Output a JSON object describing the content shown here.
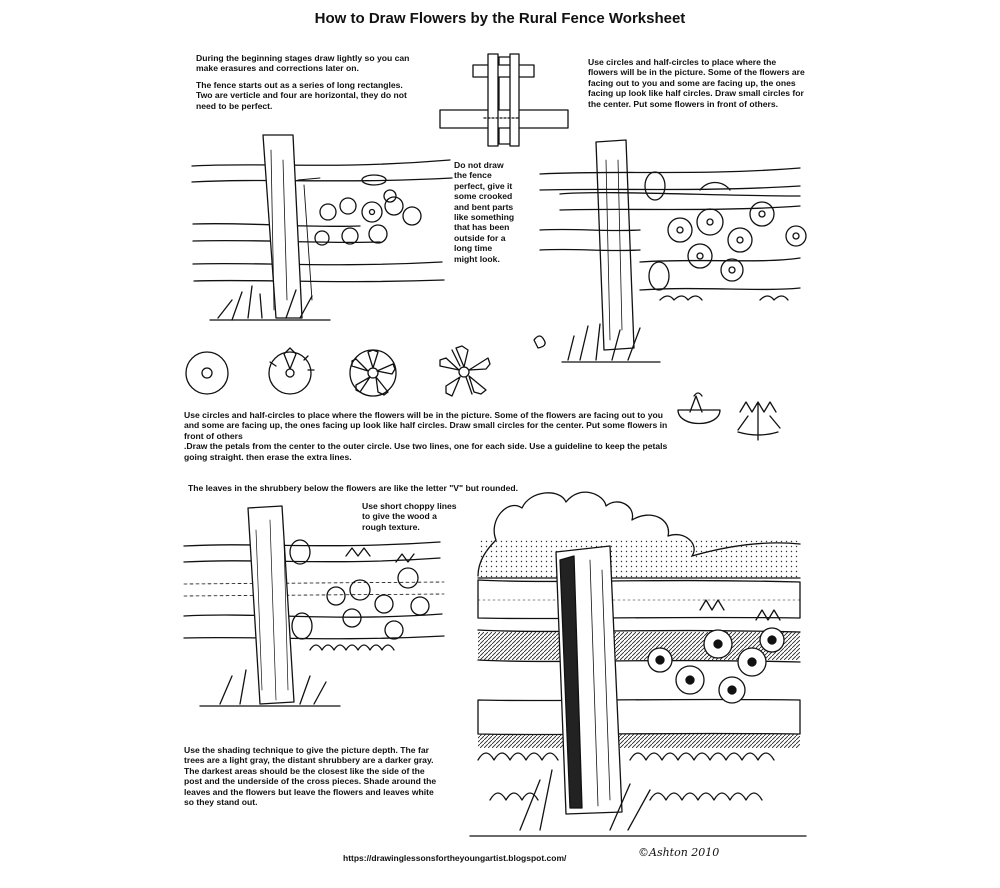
{
  "title": "How to Draw Flowers by the Rural Fence Worksheet",
  "text": {
    "intro_1": "During the beginning stages draw lightly so you can make erasures and corrections later on.",
    "intro_2": "The fence starts out as a series of long rectangles. Two are verticle and four are horizontal, they do not need to be perfect.",
    "circles_top": "Use circles and half-circles to place where the flowers will be in the picture. Some of the flowers are facing out to you and some are facing up, the ones facing up look like half circles. Draw small circles for the center. Put some flowers in front of others.",
    "crooked_fence": "Do not draw the fence perfect, give it some crooked and bent parts like something that has been outside for a long time might look.",
    "circles_middle": "Use circles and half-circles to place where the flowers will be in the picture. Some of the flowers are facing out to you and some are facing up, the ones facing up look like half circles. Draw small circles for the center. Put some flowers in front of others",
    "petals": ".Draw the petals from the center to the outer circle. Use two lines, one for each side. Use a guideline to keep the petals going straight. then erase the extra lines.",
    "leaves": "The leaves in the shrubbery below the flowers are like the letter \"V\" but rounded.",
    "choppy_lines": "Use short choppy lines to give the wood a rough texture.",
    "shading": "Use the shading technique to give the picture depth. The far trees are a light gray, the distant shrubbery are a darker gray. The darkest areas should be the closest like the side of the post and the underside of the cross pieces. Shade around the leaves and the flowers but leave the flowers and leaves white so they stand out."
  },
  "footer": {
    "url": "https://drawinglessonsfortheyoungartist.blogspot.com/",
    "signature": "©Ashton 2010"
  }
}
